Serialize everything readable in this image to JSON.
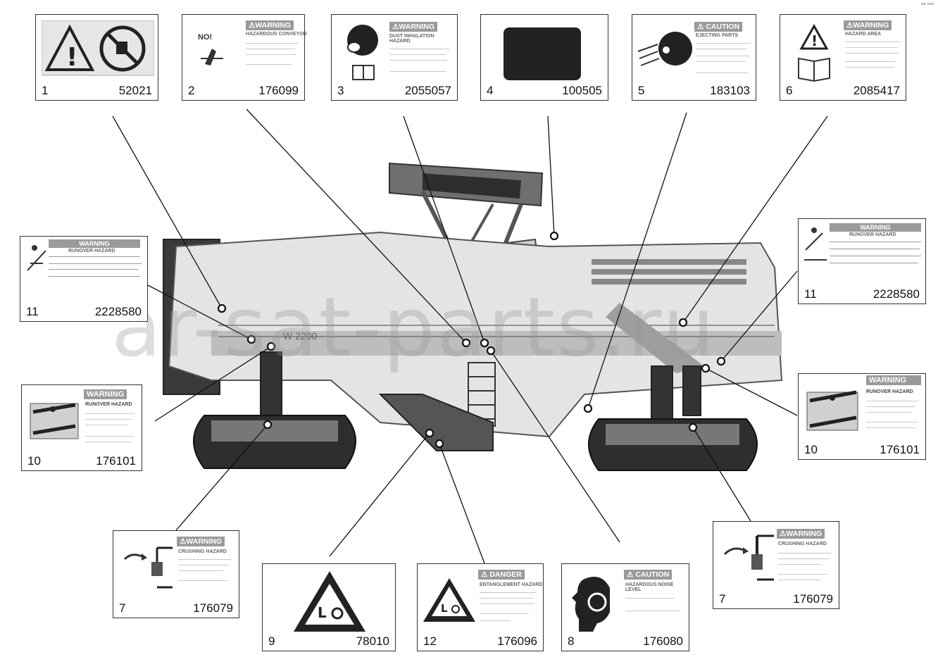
{
  "corner_mark": "ᵒ⁸ ᵒᵒᵒ",
  "watermark": "ar-sat-parts.ru",
  "machine_model": "W 2200",
  "labels": [
    {
      "num": "1",
      "part": "52021"
    },
    {
      "num": "2",
      "part": "176099",
      "header": "⚠WARNING",
      "sub": "HAZARDOUS CONVEYOR",
      "extra": "NO!"
    },
    {
      "num": "3",
      "part": "2055057",
      "header": "⚠WARNING",
      "sub": "DUST INHALATION HAZARD"
    },
    {
      "num": "4",
      "part": "100505"
    },
    {
      "num": "5",
      "part": "183103",
      "header": "⚠ CAUTION",
      "sub": "EJECTING PARTS"
    },
    {
      "num": "6",
      "part": "2085417",
      "header": "⚠WARNING",
      "sub": "HAZARD AREA"
    },
    {
      "num": "11",
      "part": "2228580",
      "header": "WARNING",
      "sub": "RUNOVER HAZARD"
    },
    {
      "num": "11",
      "part": "2228580",
      "header": "WARNING",
      "sub": "RUNOVER HAZARD"
    },
    {
      "num": "10",
      "part": "176101",
      "header": "WARNING",
      "sub": "RUNOVER HAZARD"
    },
    {
      "num": "10",
      "part": "176101",
      "header": "WARNING",
      "sub": "RUNOVER HAZARD"
    },
    {
      "num": "7",
      "part": "176079",
      "header": "⚠WARNING",
      "sub": "CRUSHING HAZARD"
    },
    {
      "num": "9",
      "part": "78010"
    },
    {
      "num": "12",
      "part": "176096",
      "header": "⚠ DANGER",
      "sub": "ENTANGLEMENT HAZARD"
    },
    {
      "num": "8",
      "part": "176080",
      "header": "⚠ CAUTION",
      "sub": "HAZARDOUS NOISE LEVEL"
    },
    {
      "num": "7",
      "part": "176079",
      "header": "⚠WARNING",
      "sub": "CRUSHING HAZARD"
    }
  ]
}
